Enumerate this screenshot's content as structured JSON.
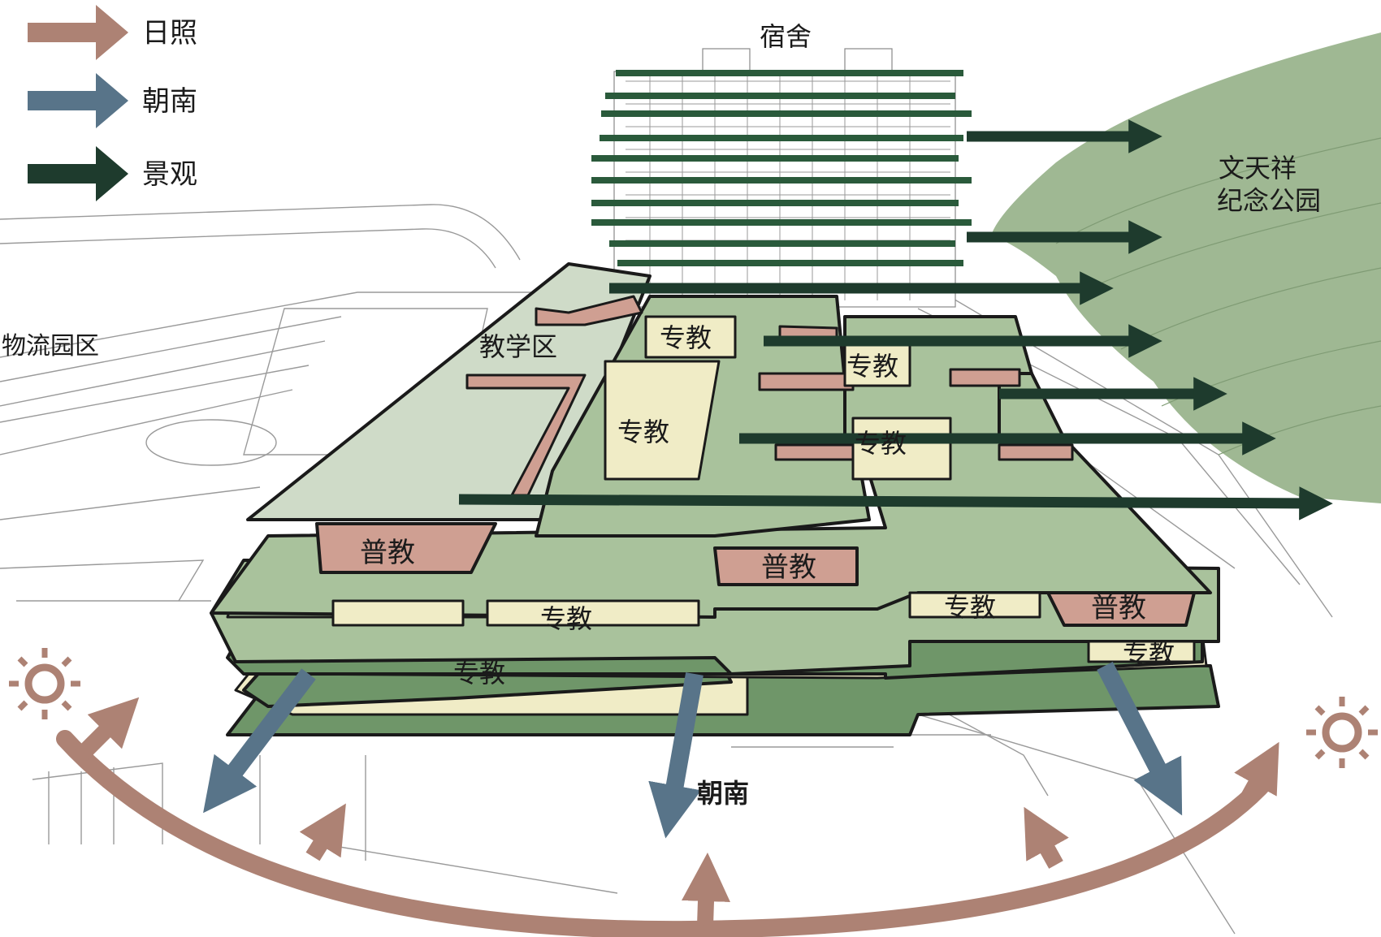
{
  "legend": {
    "sunlight": "日照",
    "south_facing": "朝南",
    "landscape": "景观"
  },
  "labels": {
    "dormitory": "宿舍",
    "park_line1": "文天祥",
    "park_line2": "纪念公园",
    "logistics_park": "物流园区",
    "teaching_zone": "教学区",
    "south_facing": "朝南"
  },
  "blocks": {
    "special": [
      "专教",
      "专教",
      "专教",
      "专教",
      "专教",
      "专教",
      "专教",
      "专教"
    ],
    "general": [
      "普教",
      "普教",
      "普教"
    ]
  },
  "colors": {
    "sun_arrow": "#ad8274",
    "south_arrow": "#587489",
    "view_arrow": "#1e3b2d",
    "floor_light": "#cfdbc8",
    "floor_mid": "#a9c29c",
    "floor_dark": "#6f9669",
    "park": "#9fb893",
    "special_room": "#f0ecc6",
    "general_room": "#cf9f92",
    "outline": "#1a1a1a",
    "context_lines": "#9a9a9a"
  },
  "icons": [
    "sun-icon",
    "arrow-icon"
  ]
}
